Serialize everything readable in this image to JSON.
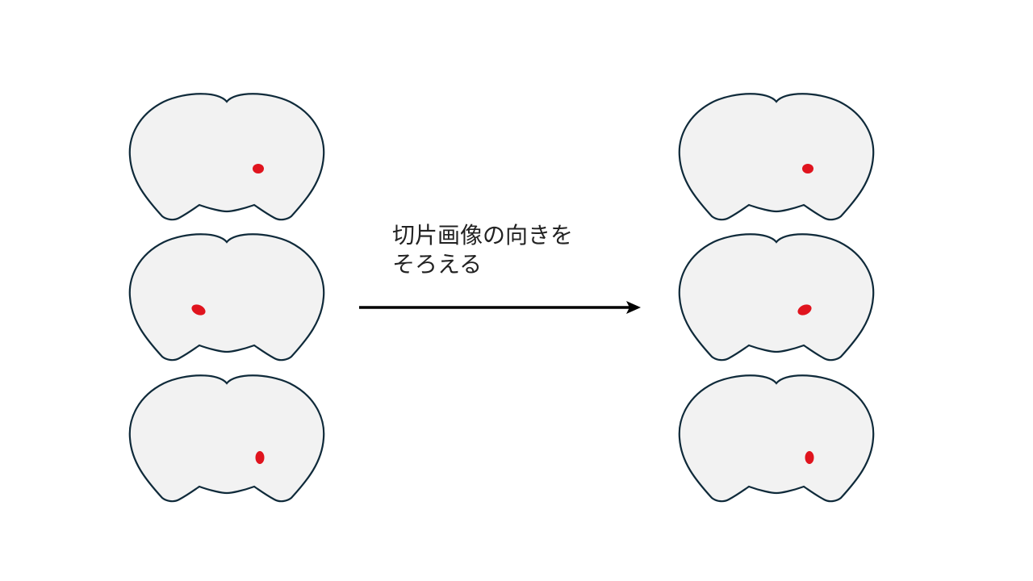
{
  "caption": {
    "line1": "切片画像の向きを",
    "line2": "そろえる"
  },
  "colors": {
    "background": "#ffffff",
    "slice_fill": "#f2f2f2",
    "slice_outline": "#0f2a3a",
    "spot": "#e0141e",
    "arrow": "#000000",
    "text": "#222222"
  },
  "icons": {
    "slice": "brain-coronal-section",
    "spot": "red-label-spot",
    "arrow": "right-arrow"
  }
}
